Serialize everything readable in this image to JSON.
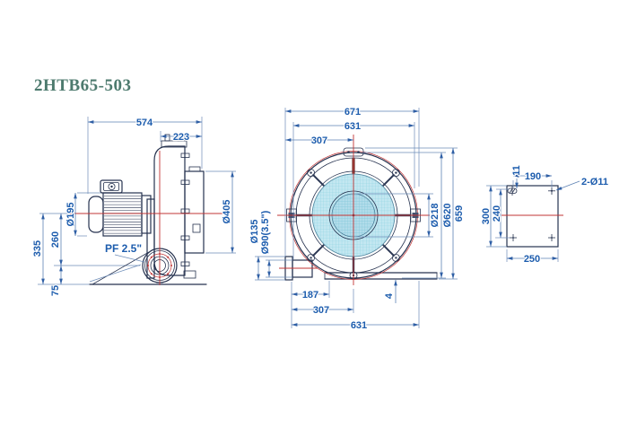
{
  "title": "2HTB65-503",
  "colors": {
    "dimension_text": "#1c5cad",
    "outline": "#26324f",
    "centerline_red": "#c23434",
    "grille_fill": "#c3e7f1",
    "title_teal": "#4d7a6e"
  },
  "side_view": {
    "overall_width": "574",
    "inlet_width": "223",
    "motor_diameter": "Ø195",
    "centerline_height": "335",
    "outlet_center_height": "260",
    "base_height": "75",
    "body_diameter": "Ø405",
    "outlet_port": "PF 2.5\""
  },
  "front_view": {
    "overall_width": "671",
    "flange_width": "631",
    "center_offset_top": "307",
    "grille_diameter": "Ø218",
    "flange_diameter": "Ø620",
    "overall_height": "659",
    "outlet_flange_diameter": "Ø135",
    "outlet_bore": "Ø90(3.5\")",
    "outlet_to_base": "187",
    "center_offset_bottom": "307",
    "base_width": "631",
    "base_plate_thickness": "4"
  },
  "bracket_view": {
    "hole_to_edge": "11",
    "hole_spacing": "190",
    "hole_callout": "2-Ø11",
    "height": "300",
    "hole_span": "240",
    "width": "250"
  }
}
